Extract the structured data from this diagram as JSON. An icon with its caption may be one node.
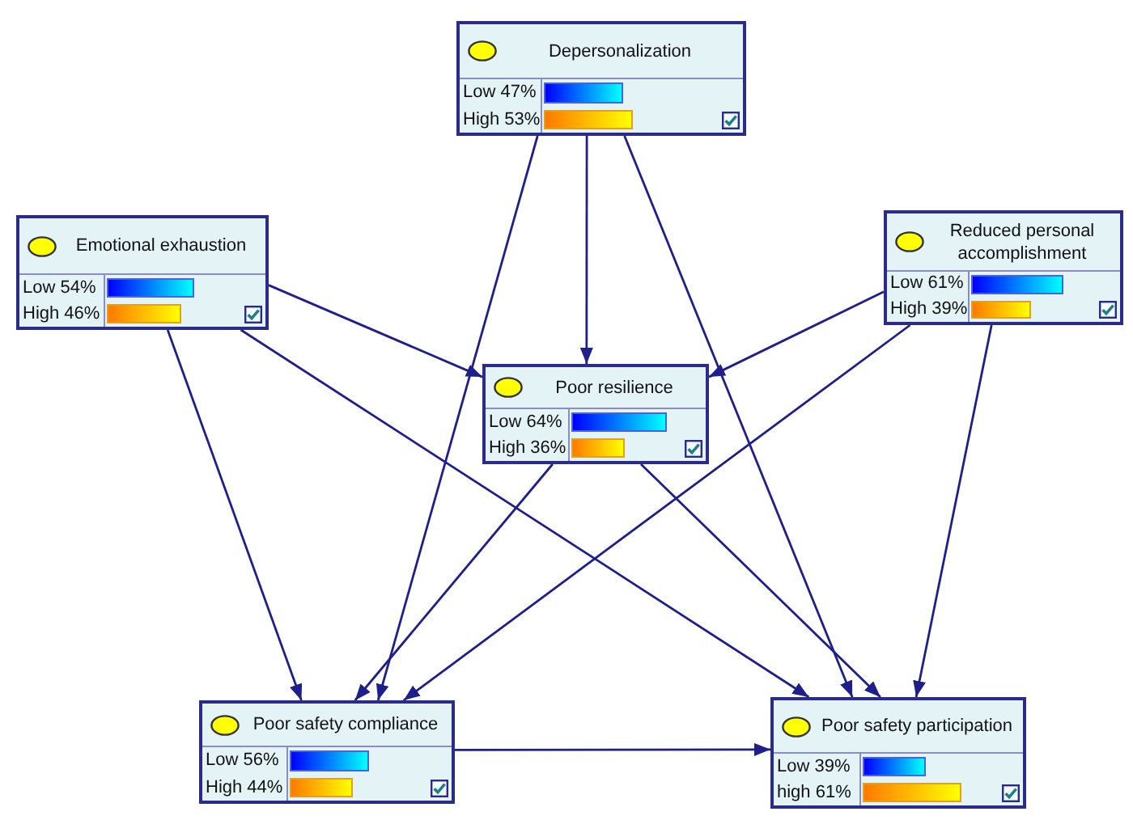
{
  "diagram": {
    "nodes": [
      {
        "text": [
          "Depersonalization",
          "Low 47%",
          "High 53%"
        ]
      },
      {
        "text": [
          "Emotional exhaustion",
          "Low 54%",
          "High 46%"
        ]
      },
      {
        "text": [
          "Reduced personal accomplishment",
          "Low 61%",
          "High 39%"
        ]
      },
      {
        "text": [
          "Poor resilience",
          "Low 64%",
          "High 36%"
        ]
      },
      {
        "text": [
          "Poor safety compliance",
          "Low 56%",
          "High 44%"
        ]
      },
      {
        "text": [
          "Poor safety participation",
          "Low 39%",
          "high 61%"
        ]
      }
    ],
    "edges": [
      {
        "from": 0,
        "to": 3,
        "arrow": "to"
      },
      {
        "from": 0,
        "to": 4,
        "arrow": "to"
      },
      {
        "from": 0,
        "to": 5,
        "arrow": "to"
      },
      {
        "from": 1,
        "to": 3,
        "arrow": "to"
      },
      {
        "from": 1,
        "to": 4,
        "arrow": "to"
      },
      {
        "from": 1,
        "to": 5,
        "arrow": "to"
      },
      {
        "from": 2,
        "to": 3,
        "arrow": "to"
      },
      {
        "from": 2,
        "to": 4,
        "arrow": "to"
      },
      {
        "from": 2,
        "to": 5,
        "arrow": "to"
      },
      {
        "from": 3,
        "to": 4,
        "arrow": "to"
      },
      {
        "from": 3,
        "to": 5,
        "arrow": "to"
      },
      {
        "from": 4,
        "to": 5,
        "arrow": "to"
      }
    ]
  }
}
